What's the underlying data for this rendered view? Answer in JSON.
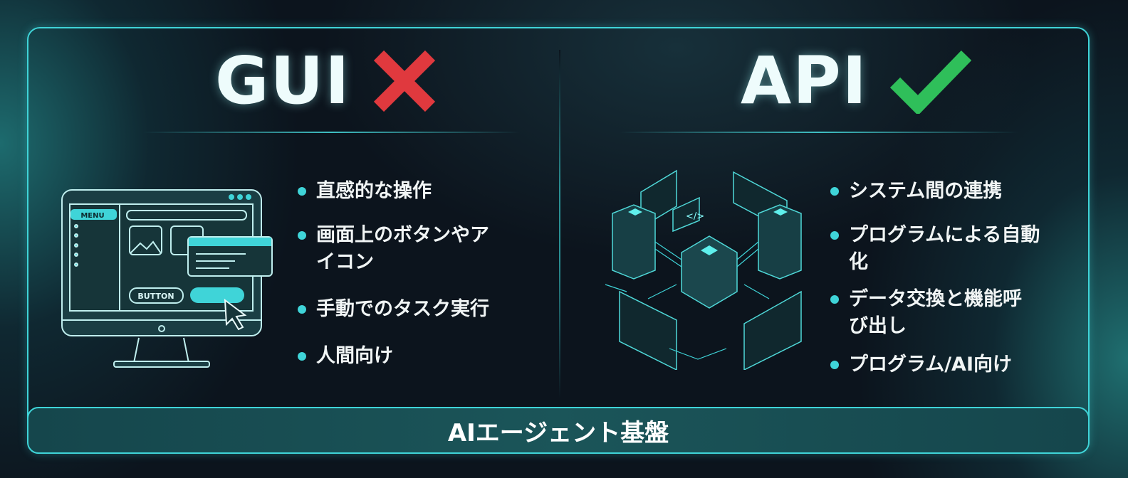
{
  "left": {
    "title": "GUI",
    "title_icon": "cross-icon",
    "icon_color": "#e0393e",
    "illustration": {
      "menu_label": "MENU",
      "button_label": "BUTTON"
    },
    "bullets": [
      "直感的な操作",
      "画面上のボタンやアイコン",
      "手動でのタスク実行",
      "人間向け"
    ]
  },
  "right": {
    "title": "API",
    "title_icon": "check-icon",
    "icon_color": "#2fbf5a",
    "illustration": {
      "code_tag": "</>"
    },
    "bullets": [
      "システム間の連携",
      "プログラムによる自動化",
      "データ交換と機能呼び出し",
      "プログラム/AI向け"
    ]
  },
  "footer": {
    "label": "AIエージェント基盤"
  },
  "colors": {
    "accent": "#3fd4d8",
    "background": "#0c141d"
  }
}
